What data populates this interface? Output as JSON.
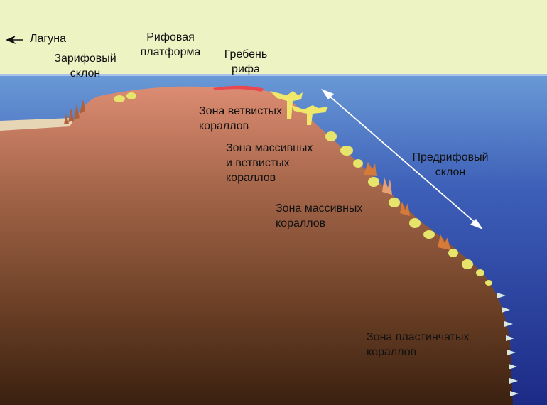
{
  "labels": {
    "lagoon": "Лагуна",
    "back_reef_slope": "Зарифовый\nсклон",
    "reef_flat": "Рифовая\nплатформа",
    "reef_crest": "Гребень\nрифа",
    "branching_zone": "Зона ветвистых\nкораллов",
    "massive_branching_zone": "Зона массивных\nи ветвистых\nкораллов",
    "massive_zone": "Зона массивных\nкораллов",
    "fore_reef_slope": "Предрифовый\nсклон",
    "plate_zone": "Зона пластинчатых\nкораллов"
  },
  "colors": {
    "sky": "#eef3c4",
    "shallow_water": "#5e8fd0",
    "deep_water": "#1c2a86",
    "reef_body_top": "#d98a70",
    "reef_body_bottom": "#3a2010",
    "reef_crest": "#e84850",
    "lagoon_sand": "#e6d6b6",
    "coral_yellow": "#e6e46a",
    "coral_orange": "#d67a3a",
    "text": "#111111"
  },
  "icons": [
    "arrow-left-icon",
    "double-arrow-icon"
  ]
}
